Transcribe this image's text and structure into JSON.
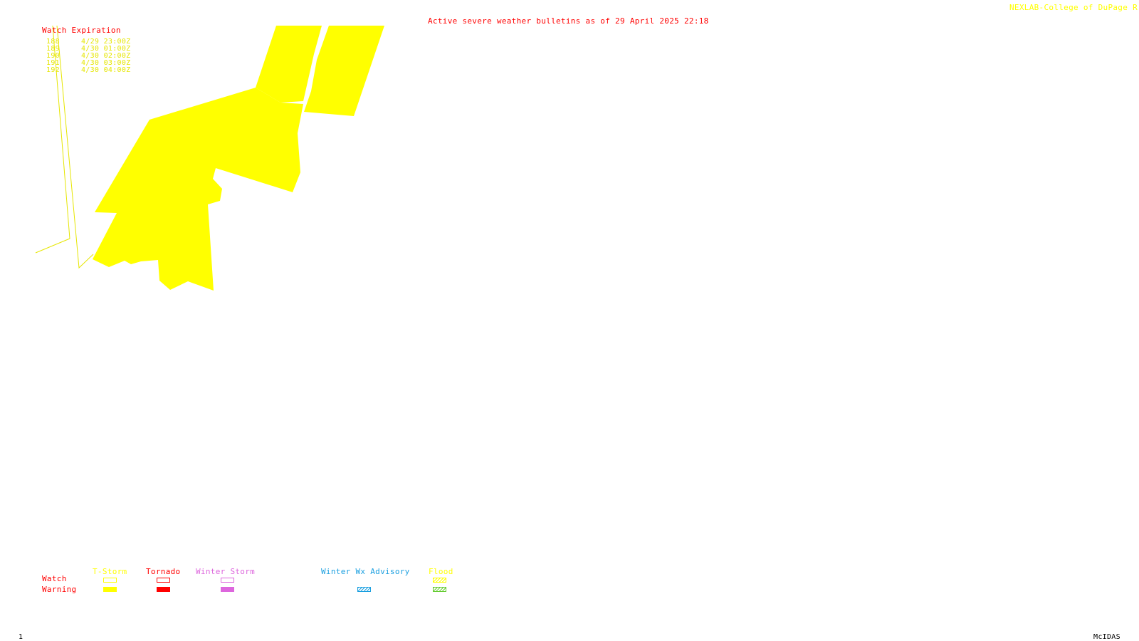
{
  "header": {
    "credit": "NEXLAB-College of DuPage R",
    "title": "Active severe weather bulletins as of 29 April 2025 22:18"
  },
  "watch_table": {
    "heading": "Watch Expiration",
    "rows": [
      {
        "number": "188",
        "expires": "4/29 23:00Z"
      },
      {
        "number": "189",
        "expires": "4/30 01:00Z"
      },
      {
        "number": "190",
        "expires": "4/30 02:00Z"
      },
      {
        "number": "191",
        "expires": "4/30 03:00Z"
      },
      {
        "number": "192",
        "expires": "4/30 04:00Z"
      }
    ]
  },
  "legend": {
    "row_watch": "Watch",
    "row_warning": "Warning",
    "columns": [
      {
        "label": "T-Storm",
        "color": "#ffff00",
        "watch_style": "outline",
        "warning_style": "solid"
      },
      {
        "label": "Tornado",
        "color": "#ff0000",
        "watch_style": "outline",
        "warning_style": "solid"
      },
      {
        "label": "Winter Storm",
        "color": "#dd66dd",
        "watch_style": "outline",
        "warning_style": "solid"
      },
      {
        "label": "Winter Wx Advisory",
        "color": "#1a9fe0",
        "watch_style": "none",
        "warning_style": "hatched"
      },
      {
        "label": "Flood",
        "color": "#ffff00",
        "warning_color": "#66cc33",
        "watch_style": "hatched",
        "warning_style": "hatched"
      }
    ]
  },
  "footer": {
    "frame_number": "1",
    "software": "McIDAS"
  },
  "colors": {
    "background": "#ffffff",
    "alert_red": "#ff0000",
    "tstorm_yellow": "#ffff00",
    "watch_line_yellow": "#e6e600"
  }
}
